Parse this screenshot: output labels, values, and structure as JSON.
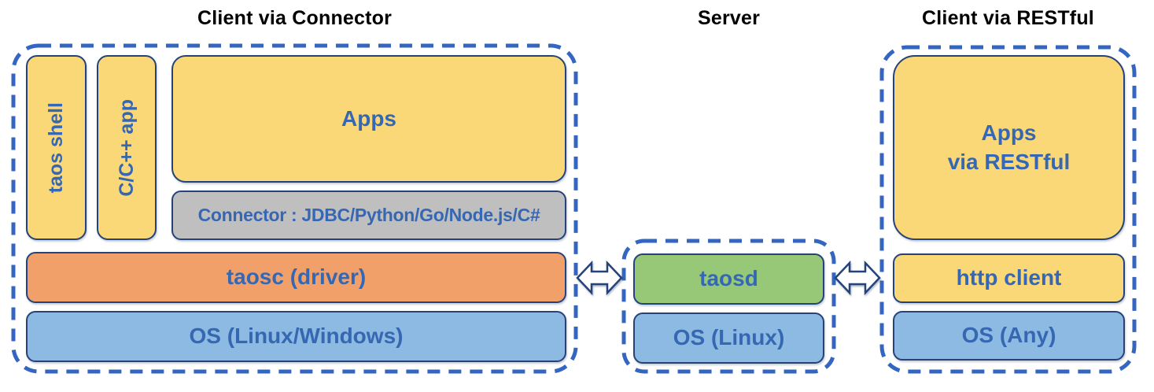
{
  "sections": {
    "client_connector": {
      "title": "Client via Connector",
      "taos_shell": "taos shell",
      "c_cpp_app": "C/C++ app",
      "apps": "Apps",
      "connector": "Connector : JDBC/Python/Go/Node.js/C#",
      "taosc": "taosc (driver)",
      "os": "OS (Linux/Windows)"
    },
    "server": {
      "title": "Server",
      "taosd": "taosd",
      "os": "OS (Linux)"
    },
    "client_restful": {
      "title": "Client via RESTful",
      "apps_line1": "Apps",
      "apps_line2": "via RESTful",
      "http_client": "http client",
      "os": "OS (Any)"
    },
    "links": {
      "left_arrow": "double-headed-arrow",
      "right_arrow": "double-headed-arrow"
    }
  },
  "colors": {
    "yellow_fill": "#FAD878",
    "gray_fill": "#BFBFBF",
    "orange_fill": "#F2A069",
    "blue_fill": "#8CBAE2",
    "green_fill": "#96C878",
    "box_border": "#24437B",
    "label_blue": "#3667B2",
    "dashed_border": "#3466C1",
    "title_color": "#000000"
  }
}
